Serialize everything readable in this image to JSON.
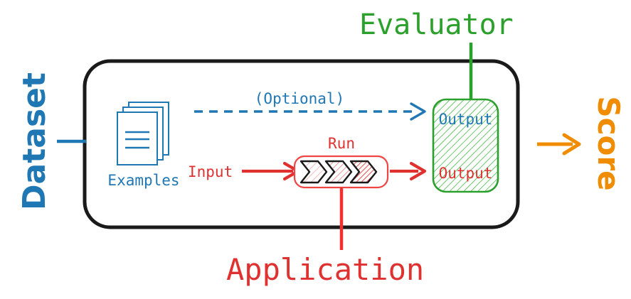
{
  "diagram": {
    "title": "Evaluation pipeline diagram",
    "colors": {
      "blue": "#1f77b4",
      "red": "#e03131",
      "red_bright": "#f03030",
      "green": "#2ca02c",
      "green_dark": "#268c26",
      "orange": "#f08c00",
      "black": "#1a1a1a",
      "green_fill": "#f2fbf2",
      "red_fill_light": "#fdeaea",
      "white": "#ffffff"
    },
    "outer_box": {
      "name": "experiment-container"
    },
    "labels": {
      "dataset": "Dataset",
      "evaluator": "Evaluator",
      "application": "Application",
      "score": "Score"
    },
    "nodes": {
      "examples": {
        "label": "Examples",
        "icon": "stacked-documents-icon",
        "sheet_count": 3,
        "line_count": 3
      },
      "run": {
        "label": "Run",
        "icon": "triple-chevron-icon",
        "chevron_count": 3
      },
      "output_box": {
        "top_label": "Output",
        "bottom_label": "Output"
      }
    },
    "edges": {
      "optional": {
        "label": "(Optional)",
        "style": "dashed",
        "color": "blue"
      },
      "input": {
        "label": "Input",
        "style": "solid",
        "color": "red"
      },
      "run_to_output": {
        "label": "",
        "style": "solid",
        "color": "red"
      },
      "score_out": {
        "label": "",
        "style": "solid",
        "color": "orange"
      }
    }
  }
}
